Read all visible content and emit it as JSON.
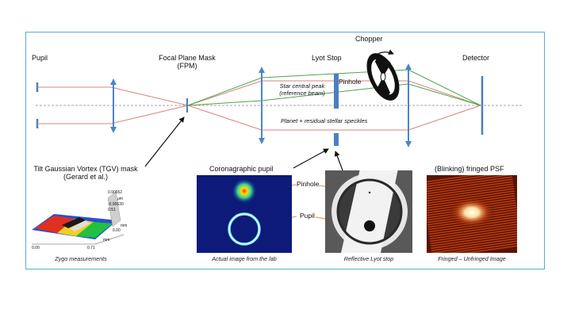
{
  "labels": {
    "pupil": "Pupil",
    "fpm_line1": "Focal Plane Mask",
    "fpm_line2": "(FPM)",
    "lyot_stop": "Lyot Stop",
    "chopper": "Chopper",
    "detector": "Detector",
    "pinhole": "Pinhole",
    "star_peak_line1": "Star central peak",
    "star_peak_line2": "(reference beam)",
    "planet_speckles": "Planet + residual stellar speckles",
    "tgv_line1": "Tilt Gaussian Vortex (TGV) mask",
    "tgv_line2": "(Gerard et al.)",
    "coronagraphic_pupil": "Coronagraphic pupil",
    "fringed_psf": "(Blinking) fringed PSF",
    "pinhole_annot": "Pinhole",
    "pupil_annot": "Pupil"
  },
  "zygo": {
    "val_top": "0.90652",
    "unit": "μm",
    "val_neg": "-0.90630",
    "val_small": "0.51",
    "axis_left": "0.00",
    "axis_right": "0.71",
    "axis_unit": "mm",
    "axis_mid": "0.00",
    "axis_mid_unit": "mm"
  },
  "captions": {
    "zygo": "Zygo measurements",
    "lab": "Actual image from the lab",
    "lyot": "Reflective Lyot stop",
    "fringed": "Fringed – Unfringed Image"
  },
  "colors": {
    "frame": "#5aa9d6",
    "lens": "#4a86c8",
    "stop": "#4a7fc1",
    "planet_beam": "#d9837b",
    "star_beam": "#4aa64a",
    "optical_axis": "#888888",
    "annotation_arrow": "#f0a060"
  }
}
